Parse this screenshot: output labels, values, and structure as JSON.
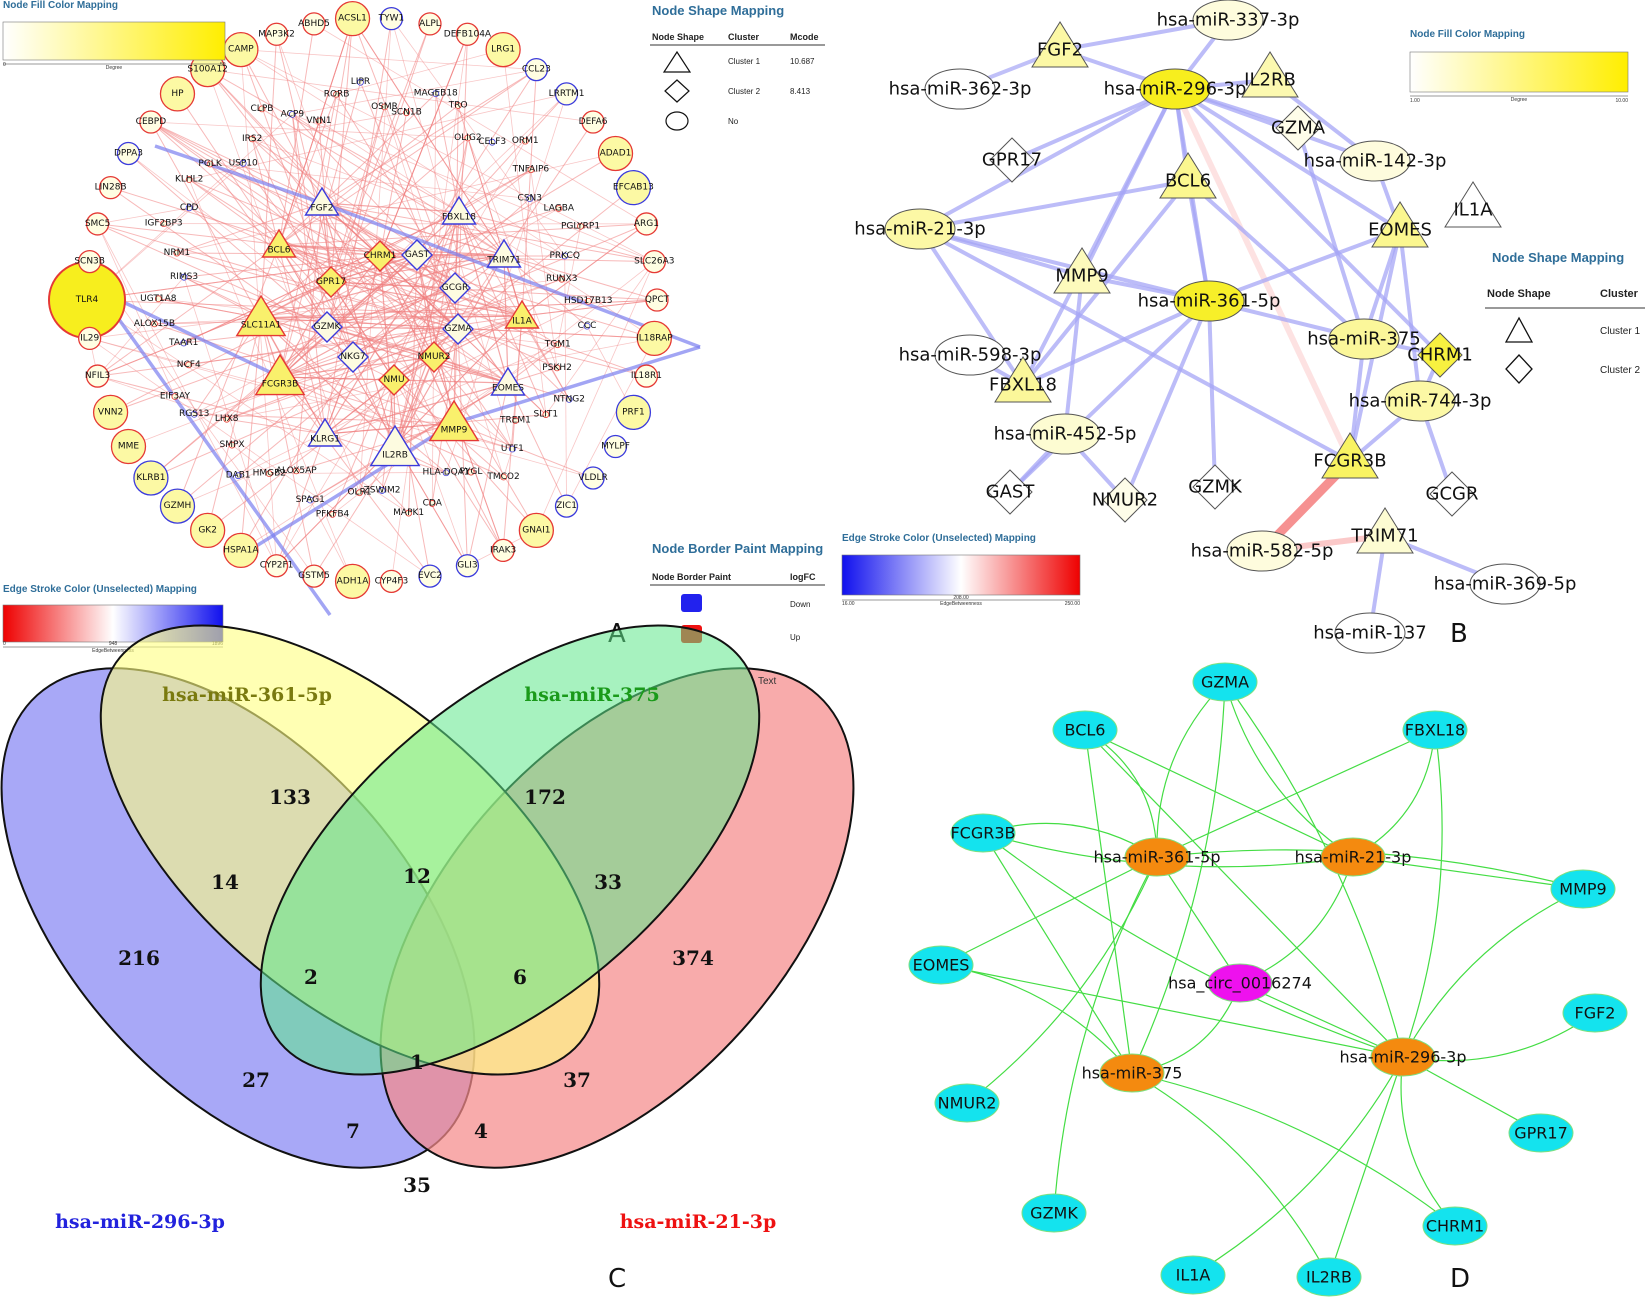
{
  "panels": {
    "a": "A",
    "b": "B",
    "c": "C",
    "d": "D"
  },
  "stray_text": "Text",
  "colors": {
    "up_border": "#e53935",
    "down_border": "#3b3bdc",
    "node_fill_low": "#ffffec",
    "node_fill_high": "#f7ee1e",
    "edge_red": "#f08080",
    "edge_blue": "#7b7ff0",
    "edge_green": "#44dd44",
    "cyan": "#14e3ee",
    "orange": "#f48a0f",
    "magenta": "#ee11ee"
  },
  "panel_a": {
    "fill_legend": {
      "title": "Node Fill Color Mapping",
      "min": "0",
      "max": "50",
      "label": "Degree"
    },
    "shape_legend": {
      "title": "Node Shape Mapping",
      "headers": [
        "Node Shape",
        "Cluster",
        "Mcode"
      ],
      "rows": [
        {
          "shape": "triangle",
          "cluster": "Cluster 1",
          "mcode": "10.687"
        },
        {
          "shape": "diamond",
          "cluster": "Cluster 2",
          "mcode": "8.413"
        },
        {
          "shape": "circle",
          "cluster": "No",
          "mcode": ""
        }
      ]
    },
    "border_legend": {
      "title": "Node Border Paint Mapping",
      "headers": [
        "Node Border Paint",
        "logFC"
      ],
      "rows": [
        {
          "color": "#2222ee",
          "label": "Down"
        },
        {
          "color": "#ee1111",
          "label": "Up"
        }
      ]
    },
    "edge_legend": {
      "title": "Edge Stroke Color (Unselected) Mapping",
      "min": "0",
      "mid": "948",
      "max": "1896",
      "label": "EdgeBetweenness"
    },
    "outer_nodes": [
      "TLR4",
      "IL29",
      "NFIL3",
      "VNN2",
      "MME",
      "KLRB1",
      "GZMH",
      "GK2",
      "HSPA1A",
      "CYP2F1",
      "GSTM5",
      "ADH1A",
      "CYP4F3",
      "EVC2",
      "GLI3",
      "IRAK3",
      "GNAI1",
      "ZIC1",
      "VLDLR",
      "MYLPF",
      "PRF1",
      "IL18R1",
      "IL18RAP",
      "QPCT",
      "SLC26A3",
      "ARG1",
      "EFCAB13",
      "ADAD1",
      "DEFA6",
      "LRRTM1",
      "CCL23",
      "LRG1",
      "DEFB104A",
      "ALPL",
      "TYW1",
      "ACSL1",
      "ABHD5",
      "MAP3K2",
      "CAMP",
      "S100A12",
      "HP",
      "CEBPD",
      "DPPA3",
      "LIN28B",
      "SMC5",
      "SCN3B"
    ],
    "outer_up": [
      true,
      true,
      true,
      true,
      true,
      false,
      false,
      true,
      true,
      true,
      true,
      true,
      true,
      false,
      false,
      true,
      true,
      false,
      false,
      false,
      false,
      true,
      true,
      true,
      true,
      true,
      false,
      true,
      true,
      false,
      false,
      true,
      true,
      true,
      false,
      true,
      true,
      true,
      true,
      true,
      true,
      true,
      false,
      true,
      true,
      true
    ],
    "inner_labels": [
      "CPD",
      "IGF2BP3",
      "NRM1",
      "RIMS3",
      "UGT1A8",
      "ALOX15B",
      "TAAR1",
      "NCF4",
      "EIF3AY",
      "RGS13",
      "LHX8",
      "SMPX",
      "DAB1",
      "HMGB2",
      "ALOX5AP",
      "SPAG1",
      "PFKFB4",
      "OLR1",
      "ZSWIM2",
      "MAPK1",
      "CDA",
      "HLA-DQA1",
      "PYGL",
      "TMCO2",
      "UTF1",
      "TREM1",
      "SLIT1",
      "NTNG2",
      "PSKH2",
      "TGM1",
      "CCC",
      "HSD17B13",
      "RUNX3",
      "PRKCQ",
      "PGLYRP1",
      "LAGBA",
      "CSN3",
      "TNFAIP6",
      "ORM1",
      "CELF3",
      "OLIG2",
      "TRO",
      "MAGEB18",
      "SCN1B",
      "OSMR",
      "LIPR",
      "RORB",
      "VNN1",
      "ACP9",
      "CLPB",
      "IRS2",
      "USP10",
      "PGLK",
      "KLHL2"
    ],
    "clusters": [
      {
        "label": "FGF2",
        "shape": "triangle",
        "up": false
      },
      {
        "label": "BCL6",
        "shape": "triangle",
        "up": true
      },
      {
        "label": "CHRM1",
        "shape": "diamond",
        "up": true
      },
      {
        "label": "GAST",
        "shape": "diamond",
        "up": false
      },
      {
        "label": "FBXL18",
        "shape": "triangle",
        "up": false
      },
      {
        "label": "TRIM71",
        "shape": "triangle",
        "up": false
      },
      {
        "label": "GPR17",
        "shape": "diamond",
        "up": true
      },
      {
        "label": "GCGR",
        "shape": "diamond",
        "up": false
      },
      {
        "label": "SLC11A1",
        "shape": "triangle",
        "up": true
      },
      {
        "label": "IL1A",
        "shape": "triangle",
        "up": true
      },
      {
        "label": "GZMK",
        "shape": "diamond",
        "up": false
      },
      {
        "label": "GZMA",
        "shape": "diamond",
        "up": false
      },
      {
        "label": "NKG7",
        "shape": "diamond",
        "up": false
      },
      {
        "label": "NMUR2",
        "shape": "diamond",
        "up": true
      },
      {
        "label": "NMU",
        "shape": "diamond",
        "up": true
      },
      {
        "label": "FCGR3B",
        "shape": "triangle",
        "up": true
      },
      {
        "label": "EOMES",
        "shape": "triangle",
        "up": false
      },
      {
        "label": "KLRG1",
        "shape": "triangle",
        "up": false
      },
      {
        "label": "IL2RB",
        "shape": "triangle",
        "up": false
      },
      {
        "label": "MMP9",
        "shape": "triangle",
        "up": true
      }
    ]
  },
  "panel_b": {
    "fill_legend": {
      "title": "Node Fill Color Mapping",
      "min": "1.00",
      "max": "10.00",
      "label": "Degree"
    },
    "shape_legend": {
      "title": "Node Shape Mapping",
      "headers": [
        "Node Shape",
        "Cluster"
      ],
      "rows": [
        {
          "shape": "triangle",
          "cluster": "Cluster 1"
        },
        {
          "shape": "diamond",
          "cluster": "Cluster 2"
        }
      ]
    },
    "edge_legend": {
      "title": "Edge Stroke Color (Unselected) Mapping",
      "min": "16.00",
      "mid": "208.00",
      "max": "250.00",
      "label": "EdgeBetweenness"
    },
    "nodes": [
      {
        "id": "m337",
        "label": "hsa-miR-337-3p",
        "shape": "ellipse",
        "deg": 0.15
      },
      {
        "id": "fgf2",
        "label": "FGF2",
        "shape": "triangle",
        "deg": 0.4
      },
      {
        "id": "m362",
        "label": "hsa-miR-362-3p",
        "shape": "ellipse",
        "deg": 0.0
      },
      {
        "id": "m296",
        "label": "hsa-miR-296-3p",
        "shape": "ellipse",
        "deg": 1.0
      },
      {
        "id": "il2rb",
        "label": "IL2RB",
        "shape": "triangle",
        "deg": 0.35
      },
      {
        "id": "gzma",
        "label": "GZMA",
        "shape": "diamond",
        "deg": 0.1
      },
      {
        "id": "gpr17",
        "label": "GPR17",
        "shape": "diamond",
        "deg": 0.0
      },
      {
        "id": "m142",
        "label": "hsa-miR-142-3p",
        "shape": "ellipse",
        "deg": 0.15
      },
      {
        "id": "bcl6",
        "label": "BCL6",
        "shape": "triangle",
        "deg": 0.5
      },
      {
        "id": "il1a",
        "label": "IL1A",
        "shape": "triangle",
        "deg": 0.0
      },
      {
        "id": "m21",
        "label": "hsa-miR-21-3p",
        "shape": "ellipse",
        "deg": 0.4
      },
      {
        "id": "eomes",
        "label": "EOMES",
        "shape": "triangle",
        "deg": 0.5
      },
      {
        "id": "mmp9",
        "label": "MMP9",
        "shape": "triangle",
        "deg": 0.3
      },
      {
        "id": "m361",
        "label": "hsa-miR-361-5p",
        "shape": "ellipse",
        "deg": 0.95
      },
      {
        "id": "m375",
        "label": "hsa-miR-375",
        "shape": "ellipse",
        "deg": 0.45
      },
      {
        "id": "chrm1",
        "label": "CHRM1",
        "shape": "diamond",
        "deg": 0.85
      },
      {
        "id": "m598",
        "label": "hsa-miR-598-3p",
        "shape": "ellipse",
        "deg": 0.0
      },
      {
        "id": "fbxl18",
        "label": "FBXL18",
        "shape": "triangle",
        "deg": 0.45
      },
      {
        "id": "m744",
        "label": "hsa-miR-744-3p",
        "shape": "ellipse",
        "deg": 0.4
      },
      {
        "id": "m452",
        "label": "hsa-miR-452-5p",
        "shape": "ellipse",
        "deg": 0.2
      },
      {
        "id": "fcgr3b",
        "label": "FCGR3B",
        "shape": "triangle",
        "deg": 0.7
      },
      {
        "id": "gast",
        "label": "GAST",
        "shape": "diamond",
        "deg": 0.0
      },
      {
        "id": "nmur2",
        "label": "NMUR2",
        "shape": "diamond",
        "deg": 0.1
      },
      {
        "id": "gzmk",
        "label": "GZMK",
        "shape": "diamond",
        "deg": 0.0
      },
      {
        "id": "gcgr",
        "label": "GCGR",
        "shape": "diamond",
        "deg": 0.0
      },
      {
        "id": "m582",
        "label": "hsa-miR-582-5p",
        "shape": "ellipse",
        "deg": 0.15
      },
      {
        "id": "trim71",
        "label": "TRIM71",
        "shape": "triangle",
        "deg": 0.2
      },
      {
        "id": "m369",
        "label": "hsa-miR-369-5p",
        "shape": "ellipse",
        "deg": 0.0
      },
      {
        "id": "m137",
        "label": "hsa-miR-137",
        "shape": "ellipse",
        "deg": 0.0
      }
    ],
    "edges": [
      [
        "m337",
        "fgf2",
        0.35
      ],
      [
        "m337",
        "m296",
        0.3
      ],
      [
        "fgf2",
        "m296",
        0.3
      ],
      [
        "m362",
        "fgf2",
        0.45
      ],
      [
        "m296",
        "il2rb",
        0.3
      ],
      [
        "m296",
        "gzma",
        0.3
      ],
      [
        "m296",
        "m142",
        0.3
      ],
      [
        "m296",
        "bcl6",
        0.3
      ],
      [
        "m296",
        "gpr17",
        0.3
      ],
      [
        "m296",
        "m21",
        0.35
      ],
      [
        "m296",
        "mmp9",
        0.3
      ],
      [
        "m296",
        "fbxl18",
        0.35
      ],
      [
        "m296",
        "eomes",
        0.35
      ],
      [
        "m296",
        "fcgr3b",
        0.62
      ],
      [
        "m296",
        "chrm1",
        0.35
      ],
      [
        "m296",
        "m361",
        0.3
      ],
      [
        "il2rb",
        "m142",
        0.3
      ],
      [
        "m142",
        "eomes",
        0.3
      ],
      [
        "gzma",
        "m375",
        0.3
      ],
      [
        "bcl6",
        "m21",
        0.3
      ],
      [
        "bcl6",
        "m361",
        0.3
      ],
      [
        "bcl6",
        "fbxl18",
        0.3
      ],
      [
        "bcl6",
        "m375",
        0.3
      ],
      [
        "m21",
        "mmp9",
        0.3
      ],
      [
        "m21",
        "m361",
        0.3
      ],
      [
        "m21",
        "fbxl18",
        0.35
      ],
      [
        "m21",
        "fcgr3b",
        0.3
      ],
      [
        "mmp9",
        "m361",
        0.3
      ],
      [
        "mmp9",
        "m452",
        0.3
      ],
      [
        "m361",
        "m375",
        0.3
      ],
      [
        "m361",
        "gzmk",
        0.3
      ],
      [
        "m361",
        "gast",
        0.3
      ],
      [
        "m361",
        "nmur2",
        0.3
      ],
      [
        "m361",
        "fbxl18",
        0.3
      ],
      [
        "m361",
        "eomes",
        0.3
      ],
      [
        "m598",
        "fbxl18",
        0.35
      ],
      [
        "m452",
        "gast",
        0.3
      ],
      [
        "m452",
        "nmur2",
        0.3
      ],
      [
        "m375",
        "eomes",
        0.3
      ],
      [
        "m375",
        "chrm1",
        0.3
      ],
      [
        "m375",
        "fcgr3b",
        0.3
      ],
      [
        "eomes",
        "m744",
        0.3
      ],
      [
        "chrm1",
        "m744",
        0.3
      ],
      [
        "m744",
        "gcgr",
        0.3
      ],
      [
        "m744",
        "fcgr3b",
        0.3
      ],
      [
        "eomes",
        "fcgr3b",
        0.3
      ],
      [
        "fcgr3b",
        "m582",
        0.95
      ],
      [
        "m582",
        "trim71",
        0.72
      ],
      [
        "trim71",
        "m369",
        0.3
      ],
      [
        "trim71",
        "m137",
        0.3
      ]
    ]
  },
  "panel_c": {
    "labels": {
      "top_left": "hsa-miR-361-5p",
      "top_right": "hsa-miR-375",
      "bottom_left": "hsa-miR-296-3p",
      "bottom_right": "hsa-miR-21-3p"
    },
    "label_colors": {
      "top_left": "#7a7a0f",
      "top_right": "#1a9a1a",
      "bottom_left": "#2222dd",
      "bottom_right": "#ee1111"
    },
    "regions": [
      "216",
      "133",
      "172",
      "374",
      "14",
      "12",
      "33",
      "2",
      "6",
      "1",
      "27",
      "37",
      "7",
      "4",
      "35"
    ]
  },
  "panel_d": {
    "center": "hsa_circ_0016274",
    "mirnas": [
      {
        "id": "d361",
        "label": "hsa-miR-361-5p"
      },
      {
        "id": "d21",
        "label": "hsa-miR-21-3p"
      },
      {
        "id": "d375",
        "label": "hsa-miR-375"
      },
      {
        "id": "d296",
        "label": "hsa-miR-296-3p"
      }
    ],
    "genes": [
      {
        "id": "gzma",
        "label": "GZMA"
      },
      {
        "id": "bcl6",
        "label": "BCL6"
      },
      {
        "id": "fbxl18",
        "label": "FBXL18"
      },
      {
        "id": "fcgr3b",
        "label": "FCGR3B"
      },
      {
        "id": "mmp9",
        "label": "MMP9"
      },
      {
        "id": "eomes",
        "label": "EOMES"
      },
      {
        "id": "fgf2",
        "label": "FGF2"
      },
      {
        "id": "nmur2",
        "label": "NMUR2"
      },
      {
        "id": "gpr17",
        "label": "GPR17"
      },
      {
        "id": "gzmk",
        "label": "GZMK"
      },
      {
        "id": "chrm1",
        "label": "CHRM1"
      },
      {
        "id": "il1a",
        "label": "IL1A"
      },
      {
        "id": "il2rb",
        "label": "IL2RB"
      }
    ]
  }
}
